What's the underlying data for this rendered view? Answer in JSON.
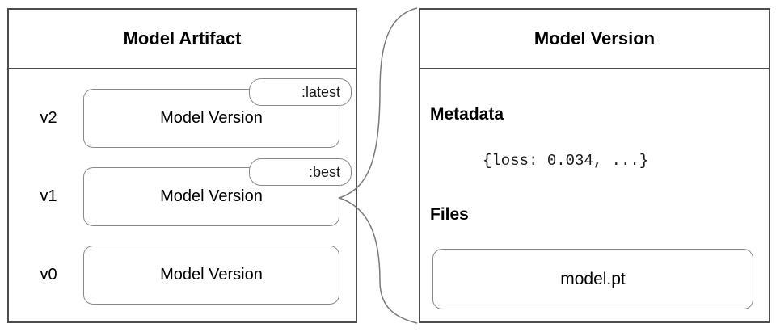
{
  "diagram": {
    "left_panel": {
      "title": "Model Artifact",
      "rows": [
        {
          "version": "v2",
          "label": "Model Version",
          "tag": ":latest"
        },
        {
          "version": "v1",
          "label": "Model Version",
          "tag": ":best"
        },
        {
          "version": "v0",
          "label": "Model Version"
        }
      ]
    },
    "right_panel": {
      "title": "Model Version",
      "metadata_heading": "Metadata",
      "metadata_value": "{loss: 0.034, ...}",
      "files_heading": "Files",
      "file_name": "model.pt"
    },
    "connector": {
      "shape": "curly-brace",
      "from": "v1 model version box",
      "to": "right panel"
    },
    "colors": {
      "background": "#ffffff",
      "panel_border": "#4d4d4d",
      "box_border": "#8a8a8a",
      "connector_stroke": "#7a7a7a",
      "text": "#000000"
    }
  }
}
